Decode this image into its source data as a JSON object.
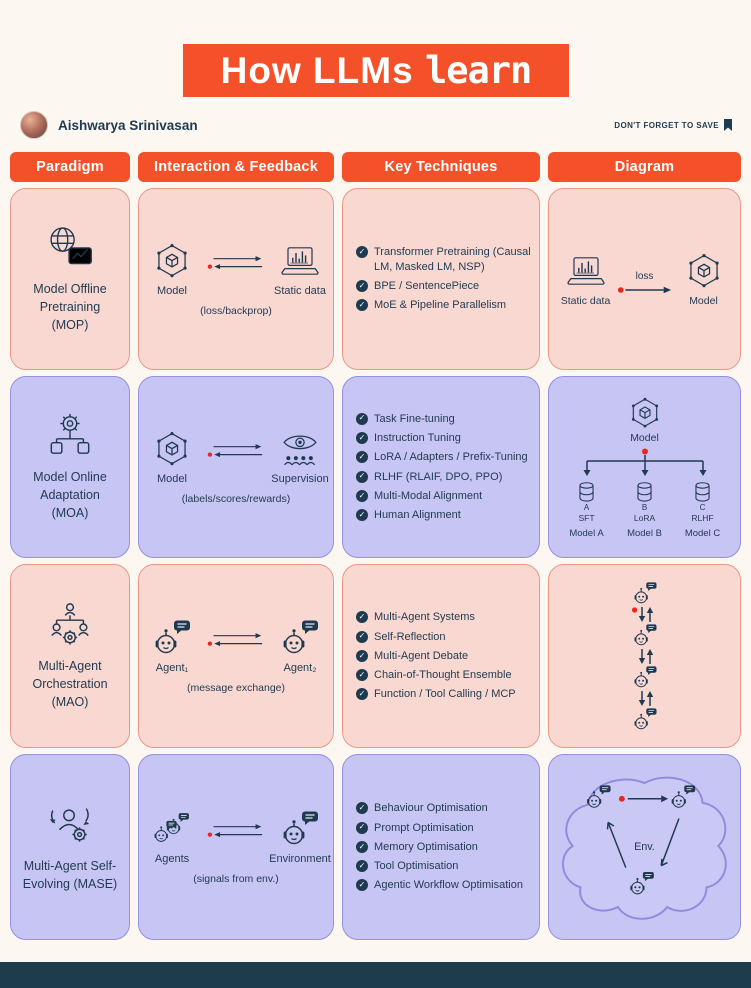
{
  "icons": {
    "check": "✓"
  },
  "colors": {
    "accent_orange": "#f4502a",
    "pink_bg": "#f9d8d2",
    "pink_border": "#eb9887",
    "purple_bg": "#c7c5f3",
    "purple_border": "#9490e2",
    "ink": "#1f3a50",
    "red_dot": "#e8281e",
    "footer": "#1d3d4d"
  },
  "header": {
    "title_regular": "How LLMs ",
    "title_mono": "learn",
    "author": "Aishwarya Srinivasan",
    "save_note": "DON'T FORGET TO SAVE"
  },
  "columns": {
    "paradigm": "Paradigm",
    "interaction": "Interaction & Feedback",
    "techniques": "Key Techniques",
    "diagram": "Diagram"
  },
  "rows": [
    {
      "paradigm_label": "Model Offline Pretraining (MOP)",
      "interaction": {
        "left": "Model",
        "right": "Static data",
        "caption": "(loss/backprop)"
      },
      "techniques": [
        "Transformer Pretraining (Causal LM, Masked LM, NSP)",
        "BPE / SentencePiece",
        "MoE & Pipeline Parallelism"
      ],
      "diagram": {
        "left_label": "Static data",
        "arrow_label": "loss",
        "right_label": "Model"
      }
    },
    {
      "paradigm_label": "Model Online Adaptation (MOA)",
      "interaction": {
        "left": "Model",
        "right": "Supervision",
        "caption": "(labels/scores/rewards)"
      },
      "techniques": [
        "Task Fine-tuning",
        "Instruction Tuning",
        "LoRA / Adapters / Prefix-Tuning",
        "RLHF (RLAIF, DPO, PPO)",
        "Multi-Modal Alignment",
        "Human Alignment"
      ],
      "diagram": {
        "root_label": "Model",
        "branches": [
          {
            "letter": "A",
            "method": "SFT",
            "model": "Model A"
          },
          {
            "letter": "B",
            "method": "LoRA",
            "model": "Model B"
          },
          {
            "letter": "C",
            "method": "RLHF",
            "model": "Model C"
          }
        ]
      }
    },
    {
      "paradigm_label": "Multi-Agent Orchestration (MAO)",
      "interaction": {
        "left": "Agent₁",
        "right": "Agent₂",
        "caption": "(message exchange)"
      },
      "techniques": [
        "Multi-Agent Systems",
        "Self-Reflection",
        "Multi-Agent Debate",
        "Chain-of-Thought Ensemble",
        "Function / Tool Calling / MCP"
      ],
      "diagram": {}
    },
    {
      "paradigm_label": "Multi-Agent Self-Evolving (MASE)",
      "interaction": {
        "left": "Agents",
        "right": "Environment",
        "caption": "(signals from env.)"
      },
      "techniques": [
        "Behaviour Optimisation",
        "Prompt Optimisation",
        "Memory Optimisation",
        "Tool Optimisation",
        "Agentic Workflow Optimisation"
      ],
      "diagram": {
        "env_label": "Env."
      }
    }
  ]
}
